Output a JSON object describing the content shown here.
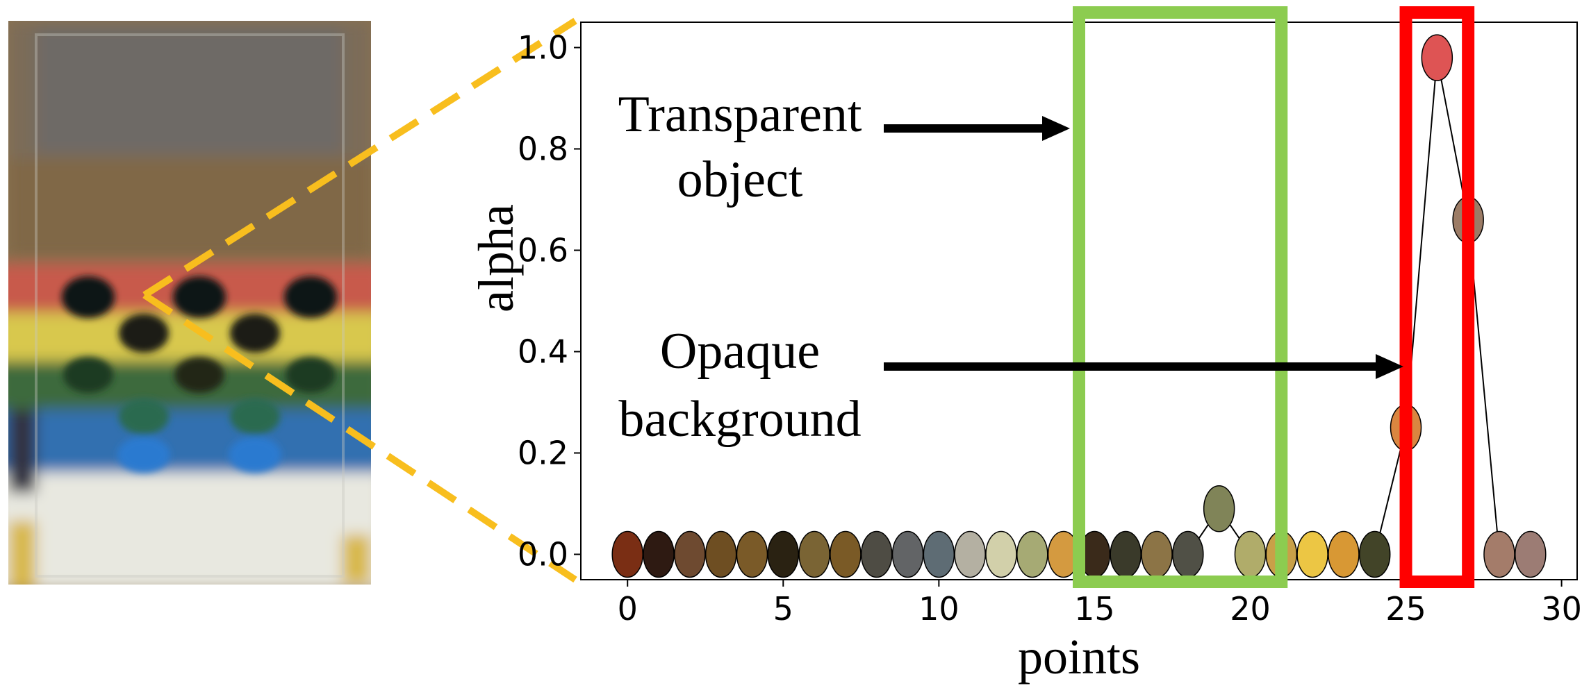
{
  "chart_data": {
    "type": "scatter",
    "xlabel": "points",
    "ylabel": "alpha",
    "xlim": [
      -1.5,
      30.5
    ],
    "ylim": [
      -0.05,
      1.05
    ],
    "xticks": [
      0,
      5,
      10,
      15,
      20,
      25,
      30
    ],
    "yticks": [
      0.0,
      0.2,
      0.4,
      0.6,
      0.8,
      1.0
    ],
    "ytick_labels": [
      "0.0",
      "0.2",
      "0.4",
      "0.6",
      "0.8",
      "1.0"
    ],
    "grid": false,
    "x": [
      0,
      1,
      2,
      3,
      4,
      5,
      6,
      7,
      8,
      9,
      10,
      11,
      12,
      13,
      14,
      15,
      16,
      17,
      18,
      19,
      20,
      21,
      22,
      23,
      24,
      25,
      26,
      27,
      28,
      29
    ],
    "y": [
      0,
      0,
      0,
      0,
      0,
      0,
      0,
      0,
      0,
      0,
      0,
      0,
      0,
      0,
      0,
      0,
      0,
      0,
      0,
      0.09,
      0,
      0,
      0,
      0,
      0,
      0.25,
      0.98,
      0.66,
      0,
      0
    ],
    "point_colors": [
      "#7a2e14",
      "#2e1a12",
      "#6e4a30",
      "#6e4e22",
      "#7a5a28",
      "#2a2212",
      "#7a6434",
      "#7a5a26",
      "#4e4c44",
      "#626466",
      "#5e6c74",
      "#b4b0a2",
      "#d2d0aa",
      "#a6aa74",
      "#d49a40",
      "#3a2a1a",
      "#3a3a2a",
      "#8c7446",
      "#505046",
      "#808458",
      "#b0ac6a",
      "#c8a048",
      "#ecc644",
      "#d89834",
      "#424428",
      "#da8640",
      "#de5454",
      "#9c7c66",
      "#a47c6a",
      "#9c7c74"
    ],
    "line_segments": [
      [
        18,
        19
      ],
      [
        19,
        20
      ],
      [
        24,
        25
      ],
      [
        25,
        26
      ],
      [
        26,
        27
      ],
      [
        27,
        28
      ]
    ],
    "annotations": [
      {
        "lines": [
          "Transparent",
          "object"
        ],
        "region": [
          14.5,
          21
        ],
        "color": "#8ccc50"
      },
      {
        "lines": [
          "Opaque",
          "background"
        ],
        "region": [
          25,
          27
        ],
        "color": "#ff0000"
      }
    ]
  },
  "colors": {
    "dashed_lines": "#f8be1e"
  }
}
